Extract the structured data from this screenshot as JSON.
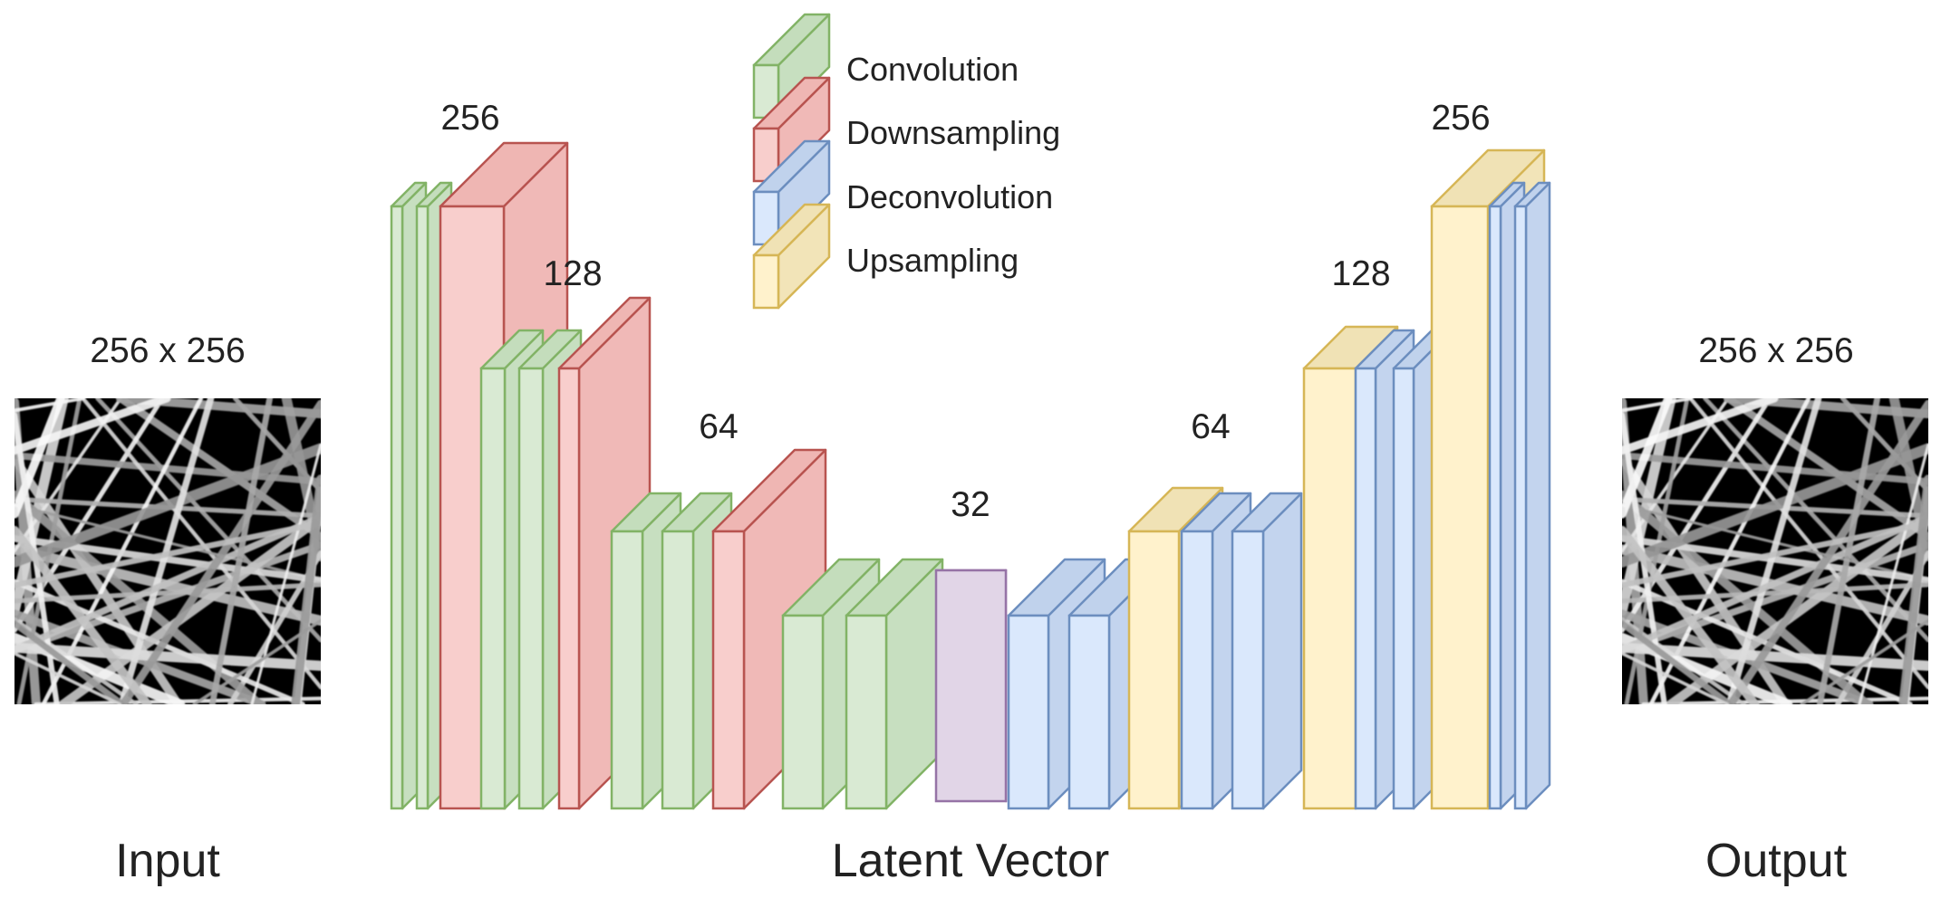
{
  "colors": {
    "convolution": {
      "front": "#d9ead3",
      "side": "#c7dfc0",
      "top": "#c4ddbc",
      "stroke": "#82b366"
    },
    "downsampling": {
      "front": "#f8cecc",
      "side": "#f0b9b7",
      "top": "#efb6b3",
      "stroke": "#b85450"
    },
    "deconvolution": {
      "front": "#dae8fc",
      "side": "#c3d4ee",
      "top": "#c0d2ec",
      "stroke": "#6c8ebf"
    },
    "upsampling": {
      "front": "#fff2cc",
      "side": "#f2e4b8",
      "top": "#f0e2b5",
      "stroke": "#d6b656"
    },
    "latent": {
      "front": "#e1d5e7",
      "side": "#d4c4dc",
      "top": "#d4c4dc",
      "stroke": "#9673a6"
    }
  },
  "legend": {
    "items": [
      {
        "type": "convolution",
        "label": "Convolution"
      },
      {
        "type": "downsampling",
        "label": "Downsampling"
      },
      {
        "type": "deconvolution",
        "label": "Deconvolution"
      },
      {
        "type": "upsampling",
        "label": "Upsampling"
      }
    ]
  },
  "input": {
    "size_label": "256 x 256",
    "caption": "Input"
  },
  "output": {
    "size_label": "256 x 256",
    "caption": "Output"
  },
  "latent": {
    "size_label": "32",
    "caption": "Latent Vector"
  },
  "encoder": {
    "stages": [
      {
        "size_label": "256",
        "layers": [
          "convolution",
          "convolution",
          "downsampling"
        ]
      },
      {
        "size_label": "128",
        "layers": [
          "convolution",
          "convolution",
          "downsampling"
        ]
      },
      {
        "size_label": "64",
        "layers": [
          "convolution",
          "convolution",
          "downsampling"
        ]
      },
      {
        "size_label": "",
        "layers": [
          "convolution",
          "convolution"
        ]
      }
    ]
  },
  "decoder": {
    "stages": [
      {
        "size_label": "",
        "layers": [
          "deconvolution",
          "deconvolution"
        ]
      },
      {
        "size_label": "64",
        "layers": [
          "upsampling",
          "deconvolution",
          "deconvolution"
        ]
      },
      {
        "size_label": "128",
        "layers": [
          "upsampling",
          "deconvolution",
          "deconvolution"
        ]
      },
      {
        "size_label": "256",
        "layers": [
          "upsampling",
          "deconvolution",
          "deconvolution"
        ]
      }
    ]
  }
}
